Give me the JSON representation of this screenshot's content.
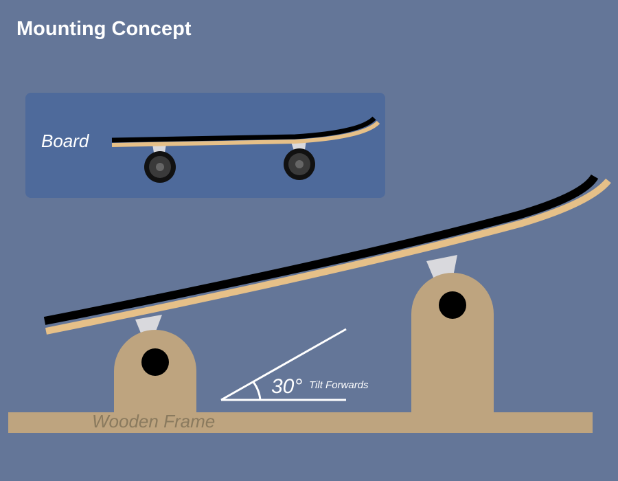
{
  "page": {
    "title": "Mounting Concept"
  },
  "inset": {
    "label": "Board"
  },
  "frame": {
    "label": "Wooden Frame"
  },
  "angle": {
    "value": "30°",
    "caption": "Tilt Forwards"
  },
  "colors": {
    "background": "#647698",
    "inset_panel": "#4e6a9b",
    "wood": "#bea47f",
    "frame_label": "#8a7a5e",
    "deck_top": "#000000",
    "deck_wood": "#e6c088",
    "truck": "#d9d9dd",
    "wheel": "#111111",
    "wheel_hub": "#555555"
  }
}
